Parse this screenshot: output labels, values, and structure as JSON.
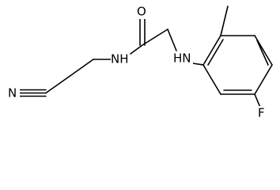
{
  "molecule": {
    "atoms": [
      {
        "id": "n_nitrile",
        "symbol": "N"
      },
      {
        "id": "n_amide",
        "symbol": "NH"
      },
      {
        "id": "o_carbonyl",
        "symbol": "O"
      },
      {
        "id": "n_amine",
        "symbol": "HN"
      },
      {
        "id": "f_aryl",
        "symbol": "F"
      }
    ]
  }
}
